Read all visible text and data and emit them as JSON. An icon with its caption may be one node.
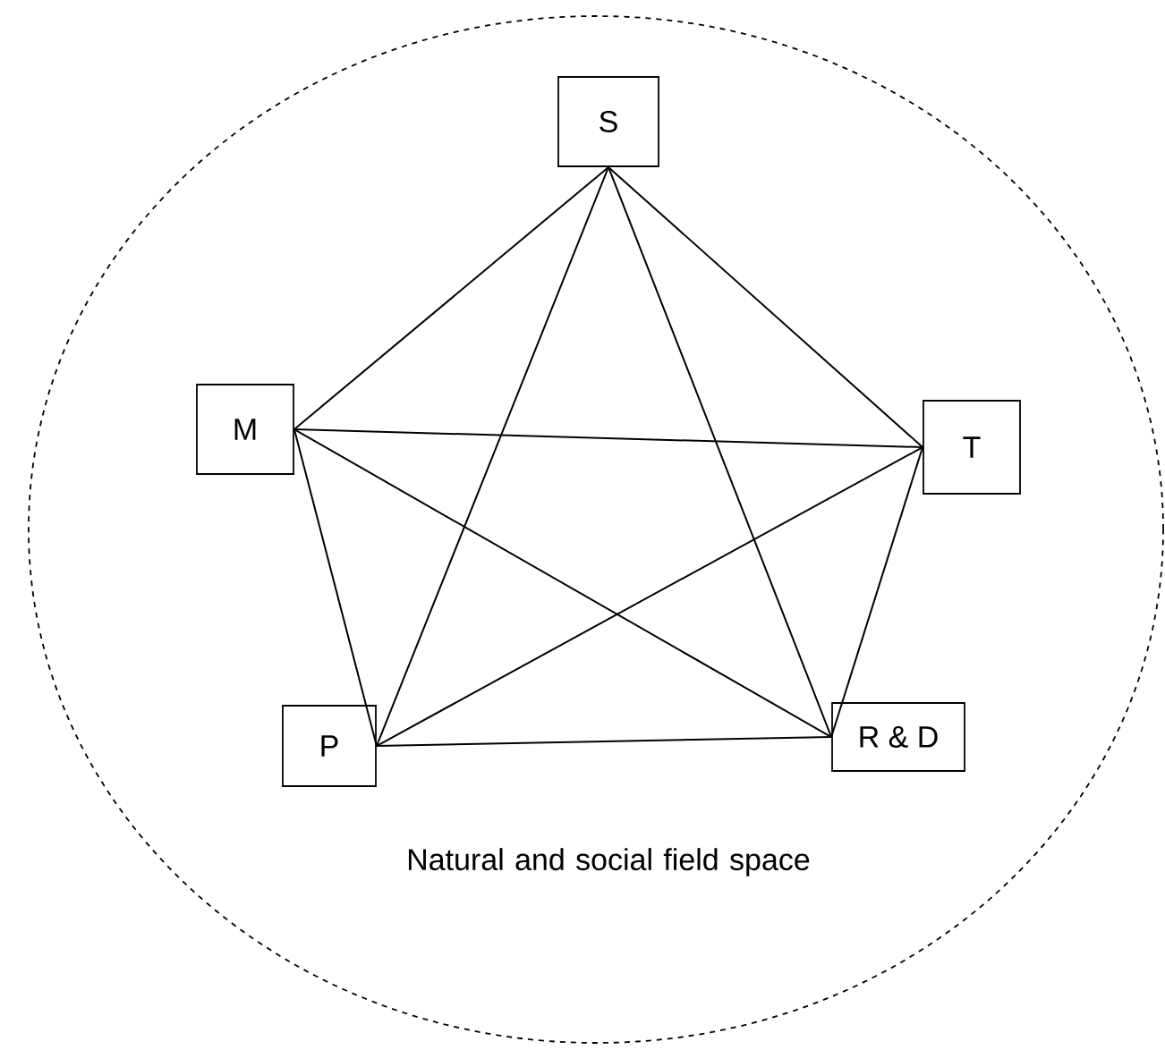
{
  "diagram": {
    "nodes": [
      {
        "text": [
          "Natural and social field space"
        ]
      },
      {
        "text": [
          "S"
        ],
        "in": 0
      },
      {
        "text": [
          "M"
        ],
        "in": 0
      },
      {
        "text": [
          "T"
        ],
        "in": 0
      },
      {
        "text": [
          "P"
        ],
        "in": 0
      },
      {
        "text": [
          "R & D"
        ],
        "in": 0
      }
    ],
    "edges": [
      {
        "from": 1,
        "to": 2,
        "arrow": "none"
      },
      {
        "from": 1,
        "to": 3,
        "arrow": "none"
      },
      {
        "from": 1,
        "to": 4,
        "arrow": "none"
      },
      {
        "from": 1,
        "to": 5,
        "arrow": "none"
      },
      {
        "from": 2,
        "to": 3,
        "arrow": "none"
      },
      {
        "from": 2,
        "to": 4,
        "arrow": "none"
      },
      {
        "from": 2,
        "to": 5,
        "arrow": "none"
      },
      {
        "from": 3,
        "to": 4,
        "arrow": "none"
      },
      {
        "from": 3,
        "to": 5,
        "arrow": "none"
      },
      {
        "from": 4,
        "to": 5,
        "arrow": "none"
      }
    ]
  }
}
